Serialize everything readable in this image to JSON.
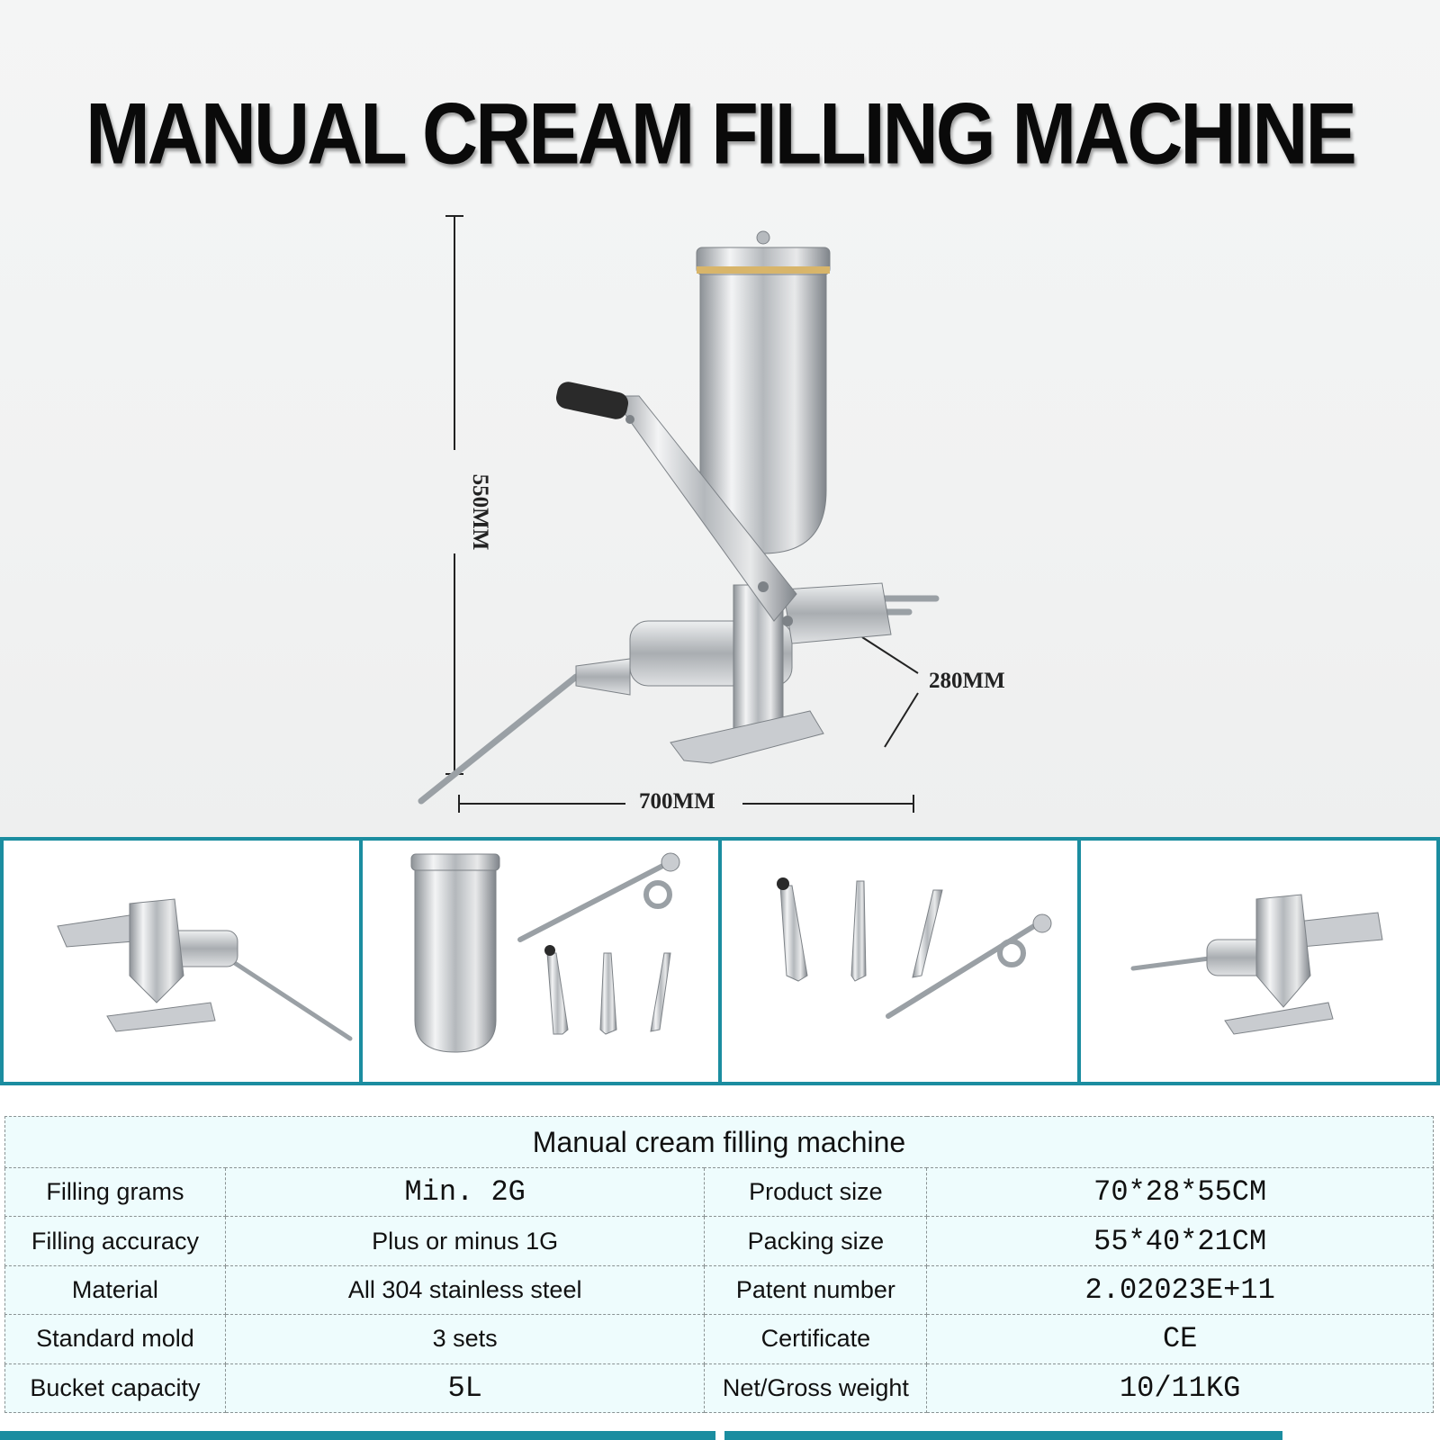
{
  "title": "MANUAL CREAM FILLING MACHINE",
  "dimensions": {
    "height": "550MM",
    "depth": "280MM",
    "width": "700MM"
  },
  "thumbnails": [
    {
      "subject": "machine-side-view"
    },
    {
      "subject": "hopper-and-accessories"
    },
    {
      "subject": "nozzles-and-rod"
    },
    {
      "subject": "machine-rear-view"
    }
  ],
  "spec_table": {
    "heading": "Manual cream filling machine",
    "rows": [
      {
        "label1": "Filling grams",
        "value1": "Min. 2G",
        "label2": "Product size",
        "value2": "70*28*55CM"
      },
      {
        "label1": "Filling accuracy",
        "value1": "Plus or minus 1G",
        "label2": "Packing size",
        "value2": "55*40*21CM"
      },
      {
        "label1": "Material",
        "value1": "All 304 stainless steel",
        "label2": "Patent number",
        "value2": "2.02023E+11"
      },
      {
        "label1": "Standard mold",
        "value1": "3 sets",
        "label2": "Certificate",
        "value2": "CE"
      },
      {
        "label1": "Bucket capacity",
        "value1": "5L",
        "label2": "Net/Gross weight",
        "value2": "10/11KG"
      }
    ]
  },
  "colors": {
    "border_teal": "#1b8da0",
    "table_bg": "#eefcfd",
    "title_black": "#0a0a0a"
  }
}
